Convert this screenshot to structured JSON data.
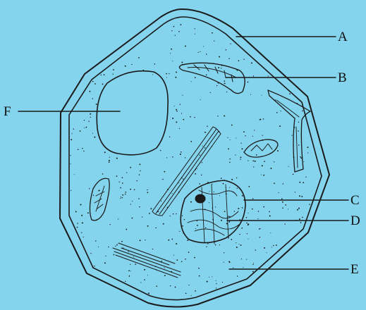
{
  "colors": {
    "background": "#84d4ee",
    "ink": "#111111"
  },
  "labels": {
    "a": "A",
    "b": "B",
    "c": "C",
    "d": "D",
    "e": "E",
    "f": "F"
  }
}
